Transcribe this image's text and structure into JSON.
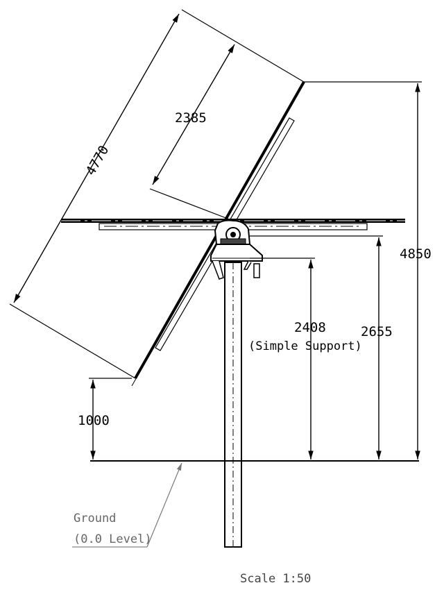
{
  "dimensions": {
    "panel_length": "4770",
    "half_length": "2385",
    "overall_height": "4850",
    "pivot_height": "2655",
    "support_height": "2408",
    "support_note": "(Simple Support)",
    "clearance": "1000"
  },
  "ground": {
    "label": "Ground",
    "level": "(0.0 Level)"
  },
  "scale": "Scale 1:50"
}
